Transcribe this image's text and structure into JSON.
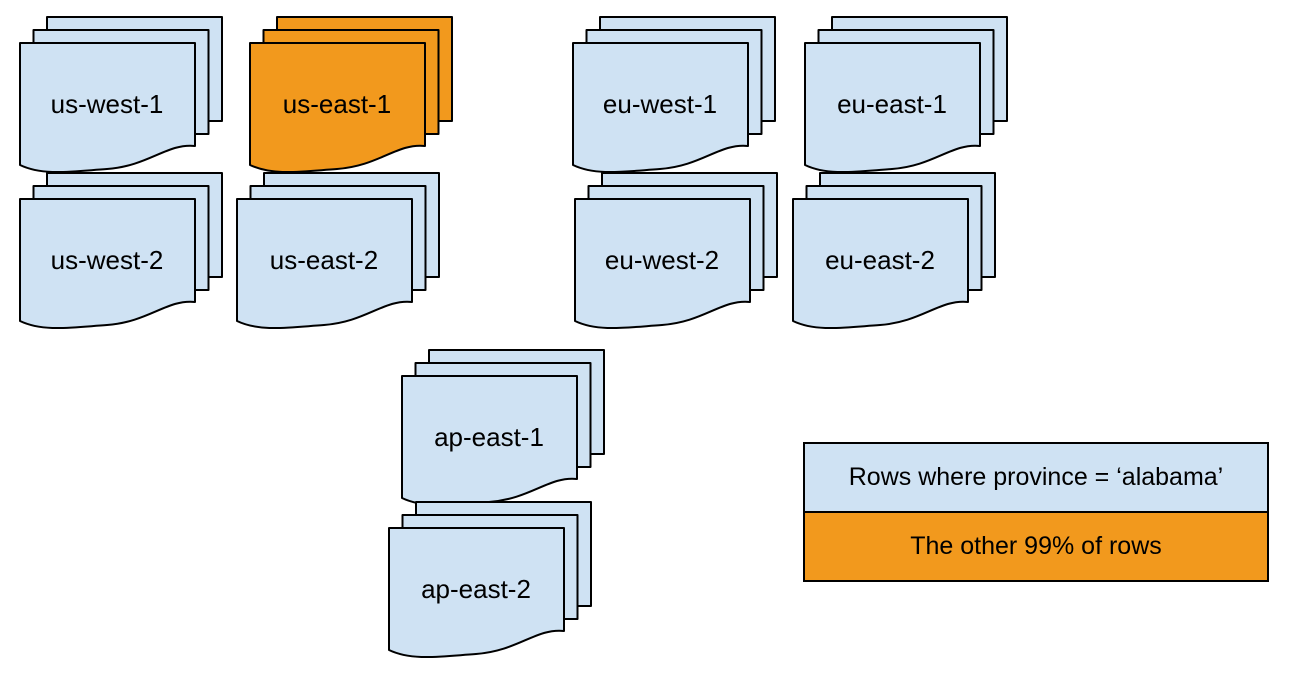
{
  "colors": {
    "light_blue": "#cfe2f3",
    "orange": "#f2991d",
    "outline": "#000000",
    "background": "#ffffff",
    "text": "#000000"
  },
  "stacks": [
    {
      "label": "us-west-1",
      "variant": "blue"
    },
    {
      "label": "us-east-1",
      "variant": "orange"
    },
    {
      "label": "eu-west-1",
      "variant": "blue"
    },
    {
      "label": "eu-east-1",
      "variant": "blue"
    },
    {
      "label": "us-west-2",
      "variant": "blue"
    },
    {
      "label": "us-east-2",
      "variant": "blue"
    },
    {
      "label": "eu-west-2",
      "variant": "blue"
    },
    {
      "label": "eu-east-2",
      "variant": "blue"
    },
    {
      "label": "ap-east-1",
      "variant": "blue"
    },
    {
      "label": "ap-east-2",
      "variant": "blue"
    }
  ],
  "legend": {
    "items": [
      {
        "label": "Rows where province = ‘alabama’",
        "variant": "blue"
      },
      {
        "label": "The other 99% of rows",
        "variant": "orange"
      }
    ]
  }
}
